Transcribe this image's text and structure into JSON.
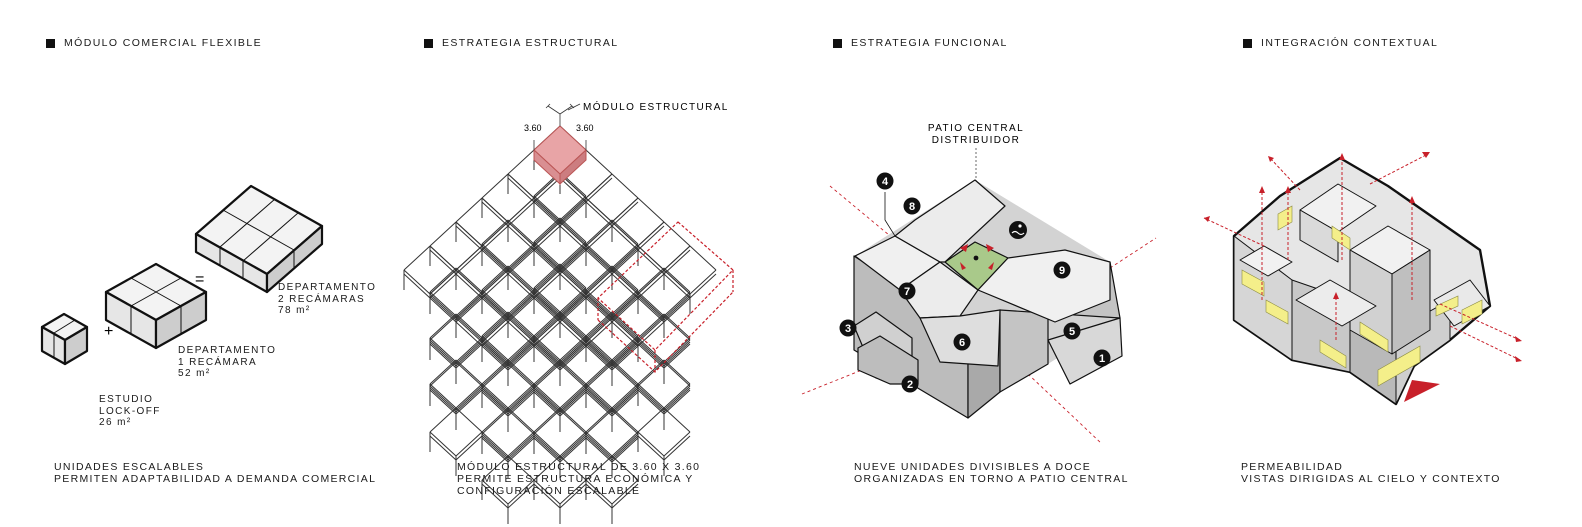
{
  "panels": [
    {
      "header": "MÓDULO COMERCIAL FLEXIBLE",
      "labels": {
        "studio": [
          "ESTUDIO",
          "LOCK-OFF",
          "26 m²"
        ],
        "dept1": [
          "DEPARTAMENTO",
          "1 RECÁMARA",
          "52 m²"
        ],
        "dept2": [
          "DEPARTAMENTO",
          "2 RECÁMARAS",
          "78 m²"
        ],
        "plus": "+",
        "equals": "="
      },
      "caption": [
        "UNIDADES ESCALABLES",
        "PERMITEN ADAPTABILIDAD A DEMANDA COMERCIAL"
      ]
    },
    {
      "header": "ESTRATEGIA ESTRUCTURAL",
      "module_label": "MÓDULO ESTRUCTURAL",
      "dim_left": "3.60",
      "dim_right": "3.60",
      "caption": [
        "MÓDULO ESTRUCTURAL DE 3.60 X 3.60",
        "PERMITE ESTRUCTURA ECONÓMICA Y",
        "CONFIGURACIÓN ESCALABLE"
      ]
    },
    {
      "header": "ESTRATEGIA FUNCIONAL",
      "patio_label": [
        "PATIO CENTRAL",
        "DISTRIBUIDOR"
      ],
      "unit_numbers": [
        "1",
        "2",
        "3",
        "4",
        "5",
        "6",
        "7",
        "8",
        "9"
      ],
      "caption": [
        "NUEVE UNIDADES DIVISIBLES A DOCE",
        "ORGANIZADAS EN TORNO A PATIO CENTRAL"
      ]
    },
    {
      "header": "INTEGRACIÓN CONTEXTUAL",
      "caption": [
        "PERMEABILIDAD",
        "VISTAS DIRIGIDAS AL CIELO Y CONTEXTO"
      ]
    }
  ],
  "colors": {
    "accent_red": "#c8202a",
    "module_pink": "#e8a4a6",
    "patio_green": "#a9c98a",
    "window_yellow": "#f4ef8a",
    "box_top": "#f3f3f3",
    "box_left": "#e6e6e6",
    "box_right": "#c9c9c9"
  },
  "icons": [
    "square-bullet-icon",
    "pool-icon",
    "circle-number-icon",
    "arrow-icon"
  ]
}
